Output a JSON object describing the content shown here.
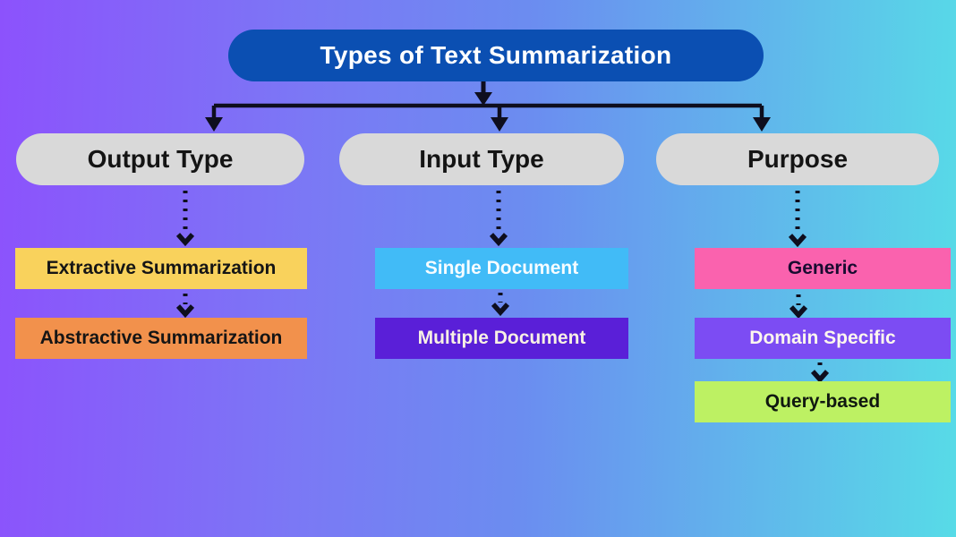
{
  "title": {
    "label": "Types of Text Summarization"
  },
  "colors": {
    "background_left": "#8c52fc",
    "background_mid": "#6b8df0",
    "background_right": "#57dbe7",
    "title_bg": "#0b4fb2",
    "title_fg": "#ffffff",
    "header_bg": "#d9d9d9",
    "header_fg": "#141414",
    "connector": "#0e0e1e"
  },
  "columns": [
    {
      "header": "Output Type",
      "items": [
        {
          "label": "Extractive Summarization",
          "bg": "#f9d25c",
          "fg": "#151515"
        },
        {
          "label": "Abstractive Summarization",
          "bg": "#f2914c",
          "fg": "#151515"
        }
      ]
    },
    {
      "header": "Input Type",
      "items": [
        {
          "label": "Single Document",
          "bg": "#41bbf7",
          "fg": "#f6fcff"
        },
        {
          "label": "Multiple Document",
          "bg": "#5a1fd8",
          "fg": "#f8f0e4"
        }
      ]
    },
    {
      "header": "Purpose",
      "items": [
        {
          "label": "Generic",
          "bg": "#fa62ae",
          "fg": "#190b30"
        },
        {
          "label": "Domain Specific",
          "bg": "#7c4cf3",
          "fg": "#fdf7ee"
        },
        {
          "label": "Query-based",
          "bg": "#bdf163",
          "fg": "#101810"
        }
      ]
    }
  ]
}
